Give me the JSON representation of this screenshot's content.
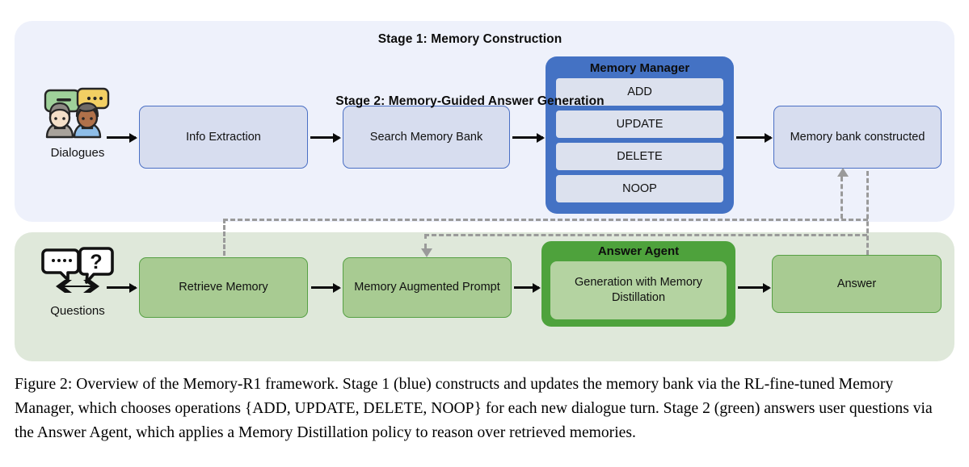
{
  "figure": {
    "stage1": {
      "title": "Stage 1: Memory Construction",
      "input_icon": "dialogues-icon",
      "input_label": "Dialogues",
      "nodes": [
        {
          "id": "info-extraction",
          "label": "Info Extraction"
        },
        {
          "id": "search-memory-bank",
          "label": "Search Memory Bank"
        },
        {
          "id": "memory-bank-constructed",
          "label": "Memory bank constructed"
        }
      ],
      "memory_manager": {
        "title": "Memory Manager",
        "operations": [
          "ADD",
          "UPDATE",
          "DELETE",
          "NOOP"
        ]
      }
    },
    "stage2": {
      "title": "Stage 2: Memory-Guided Answer Generation",
      "input_icon": "questions-icon",
      "input_label": "Questions",
      "nodes": [
        {
          "id": "retrieve-memory",
          "label": "Retrieve Memory"
        },
        {
          "id": "memory-augmented-prompt",
          "label": "Memory Augmented Prompt"
        },
        {
          "id": "answer",
          "label": "Answer"
        }
      ],
      "answer_agent": {
        "title": "Answer Agent",
        "inner_label": "Generation with Memory Distillation"
      }
    },
    "colors": {
      "stage1_background": "#eef1fb",
      "stage2_background": "#dfe8da",
      "blue_node_fill": "#d7ddef",
      "blue_node_border": "#4a6fc4",
      "memory_manager_fill": "#4472c4",
      "memory_manager_op_fill": "#dce1ee",
      "green_node_fill": "#a8cb92",
      "green_node_border": "#56a044",
      "answer_agent_fill": "#4ea23c",
      "answer_agent_inner_fill": "#b4d3a1",
      "arrow": "#0a0a0a",
      "dashed_connector": "#9a9a9a"
    }
  },
  "caption": "Figure 2: Overview of the Memory-R1 framework. Stage 1 (blue) constructs and updates the memory bank via the RL-fine-tuned Memory Manager, which chooses operations {ADD, UPDATE, DELETE, NOOP} for each new dialogue turn. Stage 2 (green) answers user questions via the Answer Agent, which applies a Memory Distillation policy to reason over retrieved memories."
}
